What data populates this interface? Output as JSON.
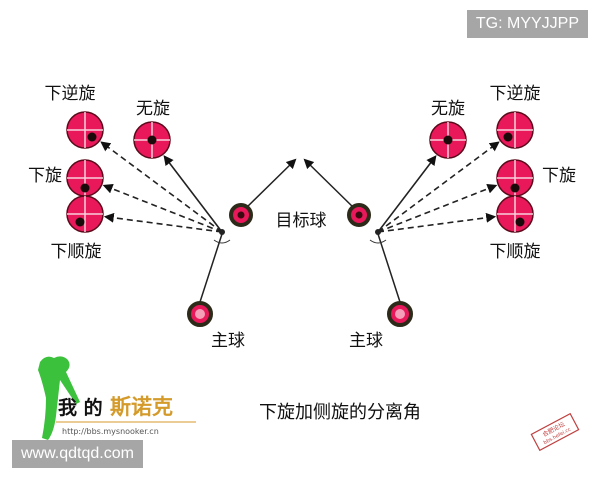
{
  "labels": {
    "back_reverse": "下逆旋",
    "no_spin": "无旋",
    "back": "下旋",
    "back_running": "下顺旋",
    "object_ball": "目标球",
    "cue_ball": "主球",
    "title": "下旋加侧旋的分离角"
  },
  "logo": {
    "text": "我的斯诺克",
    "url": "http://bbs.mysnooker.cn"
  },
  "stamp": {
    "text": "合肥论坛 bbs.hefei.cc"
  },
  "watermarks": {
    "top_right": "TG: MYYJJPP",
    "bottom_left": "www.qdtqd.com"
  },
  "colors": {
    "ball": "#e8185a",
    "ball_edge": "#5a0a1a",
    "cue_ring": "#2d2a1a",
    "logo_green": "#3cc13c",
    "logo_gold": "#d49a2a"
  }
}
